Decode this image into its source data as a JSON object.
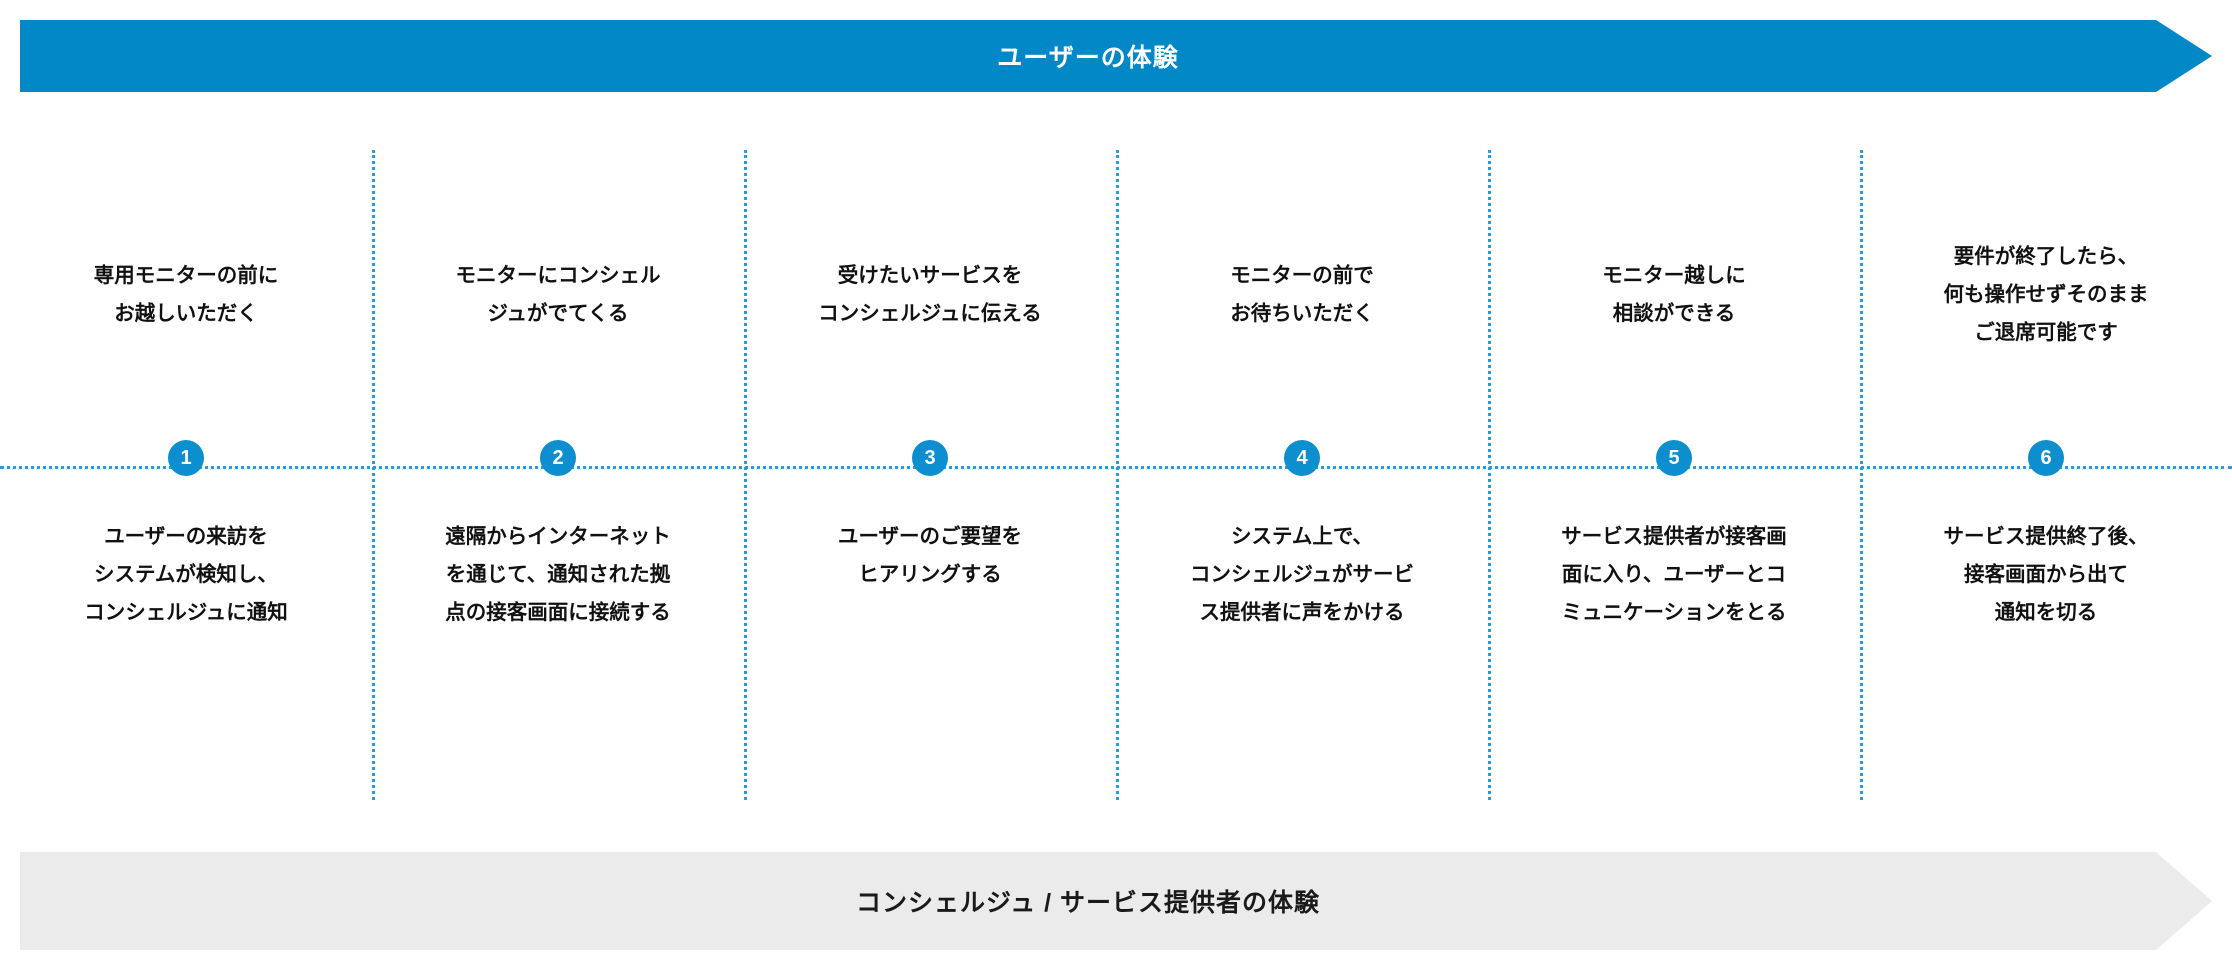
{
  "colors": {
    "accent_blue": "#0288c7",
    "node_blue": "#0d8ecf",
    "dotted_blue": "#2a9bd4",
    "bottom_banner_gray": "#ebebeb",
    "text_dark": "#111111",
    "banner_text_light": "#ffffff"
  },
  "top_banner": {
    "label": "ユーザーの体験",
    "shape": "right-arrow"
  },
  "bottom_banner": {
    "label": "コンシェルジュ / サービス提供者の体験",
    "shape": "right-arrow"
  },
  "steps": [
    {
      "number": "1",
      "user_text": "専用モニターの前に\nお越しいただく",
      "provider_text": "ユーザーの来訪を\nシステムが検知し、\nコンシェルジュに通知"
    },
    {
      "number": "2",
      "user_text": "モニターにコンシェル\nジュがでてくる",
      "provider_text": "遠隔からインターネット\nを通じて、通知された拠\n点の接客画面に接続する"
    },
    {
      "number": "3",
      "user_text": "受けたいサービスを\nコンシェルジュに伝える",
      "provider_text": "ユーザーのご要望を\nヒアリングする"
    },
    {
      "number": "4",
      "user_text": "モニターの前で\nお待ちいただく",
      "provider_text": "システム上で、\nコンシェルジュがサービ\nス提供者に声をかける"
    },
    {
      "number": "5",
      "user_text": "モニター越しに\n相談ができる",
      "provider_text": "サービス提供者が接客画\n面に入り、ユーザーとコ\nミュニケーションをとる"
    },
    {
      "number": "6",
      "user_text": "要件が終了したら、\n何も操作せずそのまま\nご退席可能です",
      "provider_text": "サービス提供終了後、\n接客画面から出て\n通知を切る"
    }
  ]
}
